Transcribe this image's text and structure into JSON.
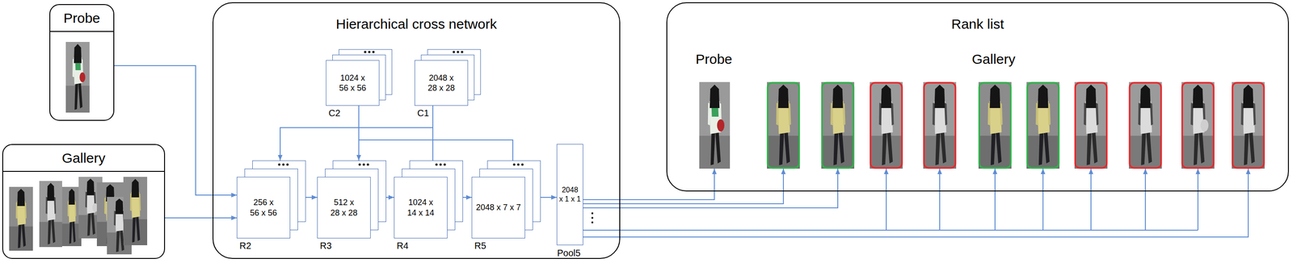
{
  "diagram": {
    "nodes": [
      {
        "text": [
          "Probe"
        ]
      },
      {
        "text": [
          "Gallery"
        ]
      },
      {
        "text": [
          "Hierarchical cross network"
        ]
      },
      {
        "text": [
          "1024 x 56 x 56",
          "C2"
        ],
        "in": 2
      },
      {
        "text": [
          "2048 x 28 x 28",
          "C1"
        ],
        "in": 2
      },
      {
        "text": [
          "256 x 56 x 56",
          "R2"
        ],
        "in": 2
      },
      {
        "text": [
          "512 x 28 x 28",
          "R3"
        ],
        "in": 2
      },
      {
        "text": [
          "1024 x 14 x 14",
          "R4"
        ],
        "in": 2
      },
      {
        "text": [
          "2048 x 7 x 7",
          "R5"
        ],
        "in": 2
      },
      {
        "text": [
          "2048 x 1 x 1",
          "Pool5"
        ],
        "in": 2
      },
      {
        "text": [
          "Rank list"
        ]
      }
    ],
    "edges": [
      {
        "from": 0,
        "to": 5,
        "arrow": "to"
      },
      {
        "from": 1,
        "to": 5,
        "arrow": "to"
      },
      {
        "from": 5,
        "to": 6,
        "arrow": "to"
      },
      {
        "from": 6,
        "to": 7,
        "arrow": "to"
      },
      {
        "from": 7,
        "to": 8,
        "arrow": "to"
      },
      {
        "from": 8,
        "to": 9,
        "arrow": "to"
      },
      {
        "from": 7,
        "to": 5,
        "arrow": "to"
      },
      {
        "from": 8,
        "to": 6,
        "arrow": "to"
      }
    ],
    "labels": [
      "Probe",
      "Gallery"
    ]
  }
}
